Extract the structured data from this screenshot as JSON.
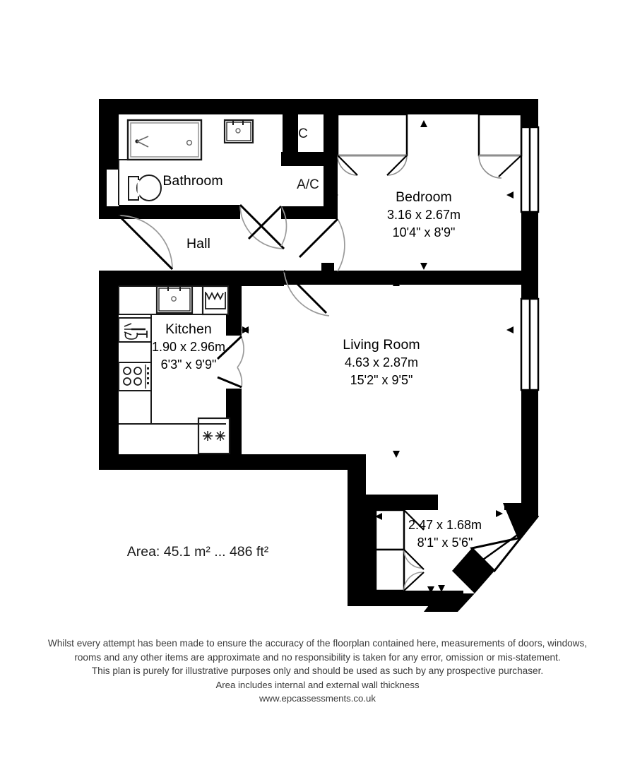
{
  "document": {
    "type": "floorplan",
    "area_label": "Area: 45.1 m² ... 486 ft²"
  },
  "rooms": [
    {
      "id": "bathroom",
      "name": "Bathroom",
      "dim_metric": "",
      "dim_imperial": ""
    },
    {
      "id": "hall",
      "name": "Hall",
      "dim_metric": "",
      "dim_imperial": ""
    },
    {
      "id": "bedroom",
      "name": "Bedroom",
      "dim_metric": "3.16 x 2.67m",
      "dim_imperial": "10'4\" x 8'9\""
    },
    {
      "id": "living-room",
      "name": "Living Room",
      "dim_metric": "4.63 x 2.87m",
      "dim_imperial": "15'2\" x 9'5\""
    },
    {
      "id": "kitchen",
      "name": "Kitchen",
      "dim_metric": "1.90 x 2.96m",
      "dim_imperial": "6'3\" x 9'9\""
    },
    {
      "id": "balcony",
      "name": "",
      "dim_metric": "2.47 x 1.68m",
      "dim_imperial": "8'1\" x 5'6\""
    }
  ],
  "closets": [
    {
      "id": "cupboard",
      "label": "C"
    },
    {
      "id": "airing-cupboard",
      "label": "A/C"
    }
  ],
  "fixtures": [
    {
      "id": "bath",
      "icon": "bathtub-icon"
    },
    {
      "id": "wash-basin",
      "icon": "basin-icon"
    },
    {
      "id": "toilet",
      "icon": "toilet-icon"
    },
    {
      "id": "kitchen-sink",
      "icon": "sink-icon"
    },
    {
      "id": "washing-machine",
      "icon": "washing-machine-icon"
    },
    {
      "id": "worktop-utensils",
      "icon": "cutlery-icon"
    },
    {
      "id": "hob",
      "icon": "hob-icon"
    },
    {
      "id": "fridge-freezer",
      "icon": "fridge-freezer-icon"
    }
  ],
  "disclaimer": {
    "line1": "Whilst every attempt has been made to ensure the accuracy of the floorplan contained here, measurements of doors, windows,",
    "line2": "rooms and any other items are approximate and no responsibility is taken for any error, omission or mis-statement.",
    "line3": "This plan is purely for illustrative purposes only and should be used as such by any prospective purchaser.",
    "line4": "Area includes internal and external wall thickness",
    "line5": "www.epcassessments.co.uk"
  },
  "colors": {
    "wall": "#000000",
    "floor": "#ffffff",
    "fixture_stroke": "#1a1a1a",
    "door_swing": "#9a9a9a",
    "text": "#1a1a1a"
  }
}
